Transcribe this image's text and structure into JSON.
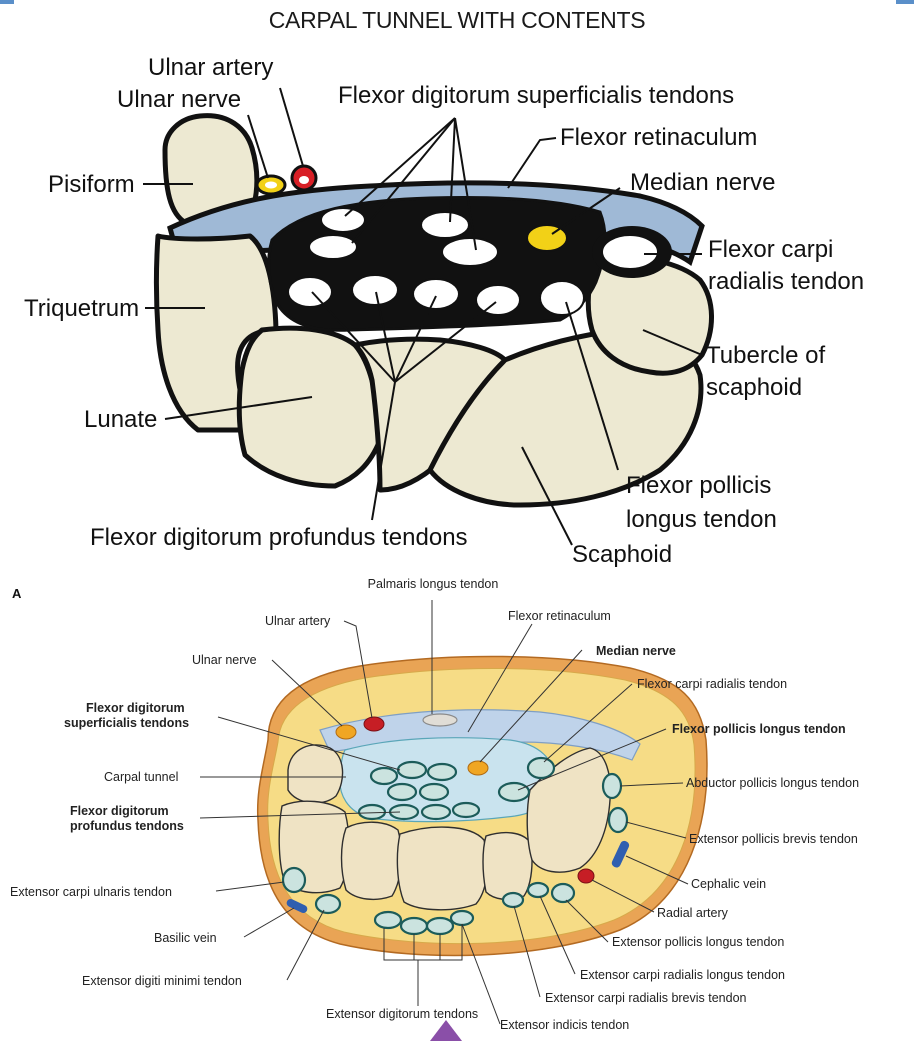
{
  "figure_a": {
    "title": "CARPAL TUNNEL WITH CONTENTS",
    "labels": {
      "ulnar_artery": "Ulnar artery",
      "ulnar_nerve": "Ulnar nerve",
      "fds": "Flexor digitorum superficialis tendons",
      "flexor_retinaculum": "Flexor retinaculum",
      "median_nerve": "Median nerve",
      "pisiform": "Pisiform",
      "fcr_line1": "Flexor carpi",
      "fcr_line2": "radialis tendon",
      "triquetrum": "Triquetrum",
      "tubercle_line1": "Tubercle of",
      "tubercle_line2": "scaphoid",
      "lunate": "Lunate",
      "fpl_line1": "Flexor pollicis",
      "fpl_line2": "longus tendon",
      "fdp": "Flexor digitorum profundus tendons",
      "scaphoid": "Scaphoid"
    }
  },
  "figure_b": {
    "panel_letter": "A",
    "labels": {
      "palmaris": "Palmaris longus tendon",
      "flexor_retinaculum": "Flexor retinaculum",
      "ulnar_artery": "Ulnar artery",
      "median_nerve": "Median nerve",
      "ulnar_nerve": "Ulnar nerve",
      "fcr": "Flexor carpi radialis tendon",
      "fds_line1": "Flexor digitorum",
      "fds_line2": "superficialis tendons",
      "fpl": "Flexor pollicis longus tendon",
      "carpal_tunnel": "Carpal tunnel",
      "apl": "Abductor pollicis longus tendon",
      "fdp_line1": "Flexor digitorum",
      "fdp_line2": "profundus tendons",
      "epb": "Extensor pollicis brevis tendon",
      "ecu": "Extensor carpi ulnaris tendon",
      "cephalic": "Cephalic vein",
      "radial_artery": "Radial artery",
      "basilic": "Basilic vein",
      "epl": "Extensor pollicis longus tendon",
      "ecrl": "Extensor carpi radialis longus tendon",
      "edm": "Extensor digiti minimi tendon",
      "ecrb": "Extensor carpi radialis brevis tendon",
      "ed": "Extensor digitorum tendons",
      "ei": "Extensor indicis tendon"
    }
  },
  "colors": {
    "bone_a": "#ede9d2",
    "nerve_yellow": "#f2d117",
    "artery_red": "#d81f26",
    "retinaculum_blue": "#9fb9d6",
    "fat_yellow": "#f6dc86",
    "skin_orange": "#e9a455",
    "tendon_teal": "#1c7c78",
    "nav_purple": "#8a4fa8"
  }
}
